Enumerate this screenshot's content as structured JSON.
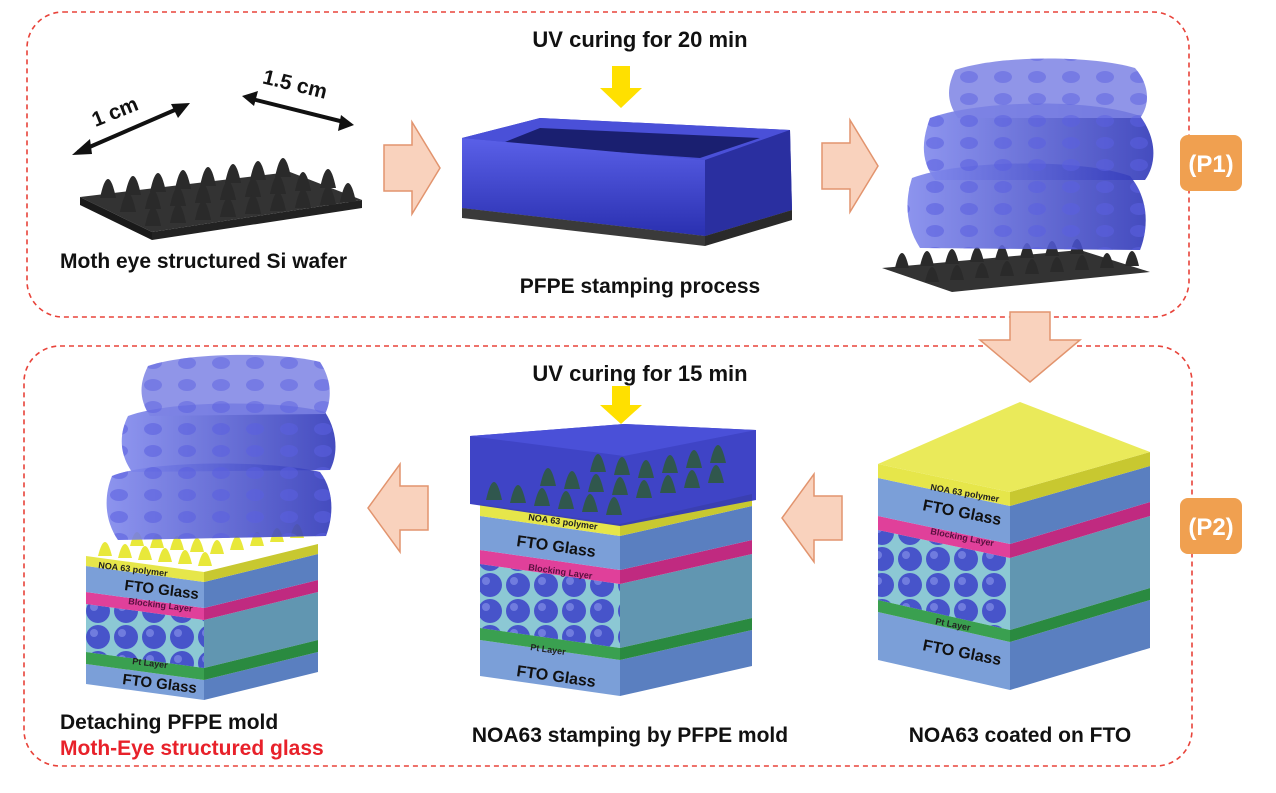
{
  "panel1": {
    "badge": "(P1)",
    "uv_label": "UV curing for 20 min",
    "dim_1cm": "1 cm",
    "dim_15cm": "1.5 cm",
    "step1_caption": "Moth eye structured Si wafer",
    "step2_caption": "PFPE stamping process"
  },
  "panel2": {
    "badge": "(P2)",
    "uv_label": "UV curing for 15 min",
    "caption_right": "NOA63 coated on FTO",
    "caption_middle": "NOA63 stamping by PFPE mold",
    "caption_left": "Detaching PFPE mold",
    "caption_left_highlight": "Moth-Eye structured glass",
    "layers": {
      "noa": "NOA 63 polymer",
      "fto": "FTO Glass",
      "blocking": "Blocking Layer",
      "pt": "Pt Layer"
    }
  },
  "colors": {
    "dashed_border": "#e8433a",
    "badge": "#f0a050",
    "arrow_fill": "#f9d2bd",
    "arrow_stroke": "#e2946e",
    "uv_arrow": "#ffe000",
    "pfpe_blue": "#3a3fd0",
    "noa_yellow": "#e6e64a",
    "fto_blue": "#7b9fd8",
    "blocking_pink": "#e0409a",
    "pt_green": "#3aa050",
    "si_dark": "#2a2a2a",
    "caption_red": "#e8212a"
  }
}
